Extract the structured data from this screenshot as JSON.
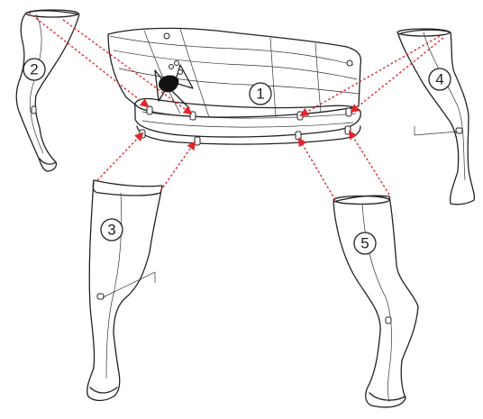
{
  "parts": [
    {
      "id": "torso",
      "label": "1"
    },
    {
      "id": "right-arm",
      "label": "2"
    },
    {
      "id": "right-leg",
      "label": "3"
    },
    {
      "id": "left-arm",
      "label": "4"
    },
    {
      "id": "left-leg",
      "label": "5"
    }
  ],
  "colors": {
    "outline": "#222222",
    "arrow": "#e0262b",
    "background": "#ffffff"
  },
  "icons": {
    "connector": "snap-clip-icon",
    "arrow": "dashed-red-arrow-icon",
    "fitting": "bow-fitting-icon"
  }
}
